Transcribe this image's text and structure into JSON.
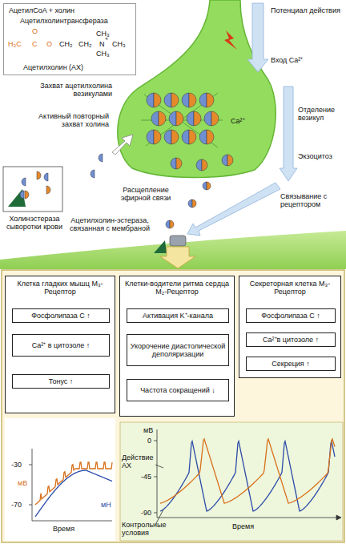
{
  "diagram": {
    "nodes": [
      {
        "text": [
          "АцетилCoA + холин",
          "Ацетилхолинтрансфераза",
          "Ацетилхолин (АХ)"
        ]
      },
      {
        "text": [
          "Клетка гладких мышц M₃-Рецептор"
        ]
      },
      {
        "text": [
          "Фосфолипаза C ↑"
        ],
        "in": 1
      },
      {
        "text": [
          "Ca²⁺ в цитозоле ↑"
        ],
        "in": 1
      },
      {
        "text": [
          "Тонус ↑"
        ],
        "in": 1
      },
      {
        "text": [
          "Клетки-водители ритма сердца M₂-Рецептор"
        ]
      },
      {
        "text": [
          "Активация K⁺-канала"
        ],
        "in": 5
      },
      {
        "text": [
          "Укорочение диастолической деполяризации"
        ],
        "in": 5
      },
      {
        "text": [
          "Частота сокращений ↓"
        ],
        "in": 5
      },
      {
        "text": [
          "Секреторная клетка M₃-Рецептор"
        ]
      },
      {
        "text": [
          "Фосфолипаза C ↑"
        ],
        "in": 9
      },
      {
        "text": [
          "Ca²⁺в цитозоле ↑"
        ],
        "in": 9
      },
      {
        "text": [
          "Секреция ↑"
        ],
        "in": 9
      }
    ],
    "edges": [
      {
        "from": 1,
        "to": 2,
        "arrow": "to"
      },
      {
        "from": 2,
        "to": 3,
        "arrow": "to"
      },
      {
        "from": 3,
        "to": 4,
        "arrow": "to"
      },
      {
        "from": 5,
        "to": 6,
        "arrow": "to"
      },
      {
        "from": 6,
        "to": 7,
        "arrow": "to"
      },
      {
        "from": 7,
        "to": 8,
        "arrow": "to"
      },
      {
        "from": 9,
        "to": 10,
        "arrow": "to"
      },
      {
        "from": 10,
        "to": 11,
        "arrow": "to"
      },
      {
        "from": 11,
        "to": 12,
        "arrow": "to"
      }
    ],
    "labels": [
      "H₃C",
      "C",
      "O",
      "O",
      "CH₂",
      "CH₂",
      "N",
      "+",
      "CH₃",
      "CH₃",
      "CH₃",
      "Потенциал действия",
      "Вход Ca²⁺",
      "Ca²⁺",
      "Отделение везикул",
      "Экзоцитоз",
      "Связывание с рецептором",
      "Расщепление эфирной связи",
      "Ацетилхолин-эстераза, связанная с мембраной",
      "Холинэстераза сыворотки крови",
      "Активный повторный захват холина",
      "Захват ацетилхолина везикулами",
      "-30",
      "-70",
      "мВ",
      "мН",
      "Время",
      "мВ",
      "0",
      "-45",
      "-90",
      "Действие АХ",
      "Контрольные условия",
      "Время"
    ]
  }
}
